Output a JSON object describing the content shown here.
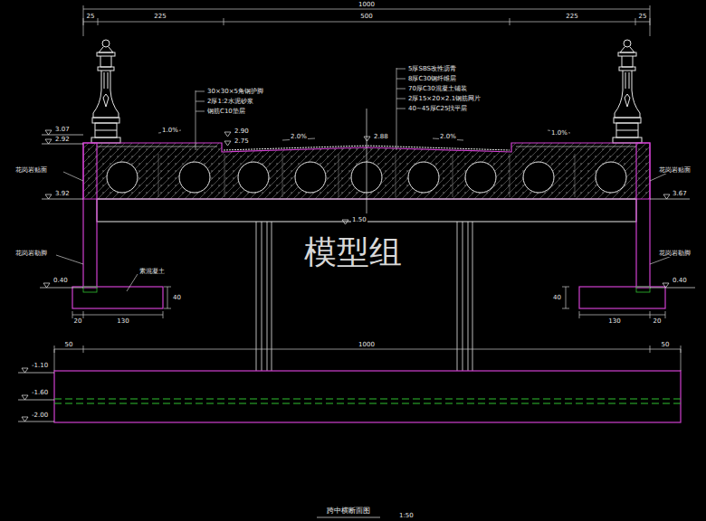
{
  "diagram": {
    "title": "跨中横断面图",
    "caption": "1:50",
    "labels": [
      "1000",
      "25",
      "225",
      "500",
      "225",
      "25",
      "30×30×5角钢护脚",
      "2厚1:2水泥砂浆",
      "钢筋C10垫层",
      "5厚SBS改性沥青",
      "8厚C30钢纤维层",
      "70厚C30混凝土铺装",
      "2厚15×20×2.1钢筋网片",
      "40~45厚C25找平层",
      "1.0%",
      "2.90",
      "2.75",
      "2.0%",
      "2.88",
      "2.0%",
      "1.0%",
      "3.07",
      "2.92",
      "花岗岩贴面",
      "花岗岩贴面",
      "3.92",
      "3.67",
      "1.50",
      "花岗岩勒脚",
      "花岗岩勒脚",
      "素混凝土",
      "0.40",
      "0.40",
      "40",
      "40",
      "20",
      "130",
      "130",
      "20",
      "50",
      "1000",
      "50",
      "-1.10",
      "-1.60",
      "-2.00",
      "模型组"
    ]
  }
}
